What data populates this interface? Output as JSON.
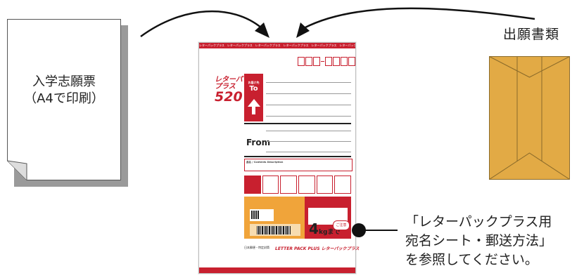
{
  "left_document": {
    "line1": "入学志願票",
    "line2": "（A4で印刷）"
  },
  "envelope": {
    "label": "出願書類"
  },
  "callout": {
    "line1": "「レターパックプラス用",
    "line2": "宛名シート・郵送方法」",
    "line3": "を参照してください。"
  },
  "sheet": {
    "band_text": "レターパックプラス　レターパックプラス　レターパックプラス　レターパックプラス　レターパックプラス　レターパックプラス",
    "logo_top": "レターパック",
    "logo_mid": "プラス",
    "logo_num": "520",
    "to_small": "お届け先",
    "to_label": "To",
    "from_label": "From",
    "contents_label": "品名 / Contents Description",
    "weight_num": "4",
    "weight_unit": "kgまで",
    "caution": "ご注意",
    "footer_logo": "LETTER PACK PLUS レターパックプラス",
    "footer_small": "日本郵便・特定封筒"
  },
  "colors": {
    "brand_red": "#c8202f",
    "orange": "#f0a43a",
    "envelope": "#e2aa45"
  }
}
